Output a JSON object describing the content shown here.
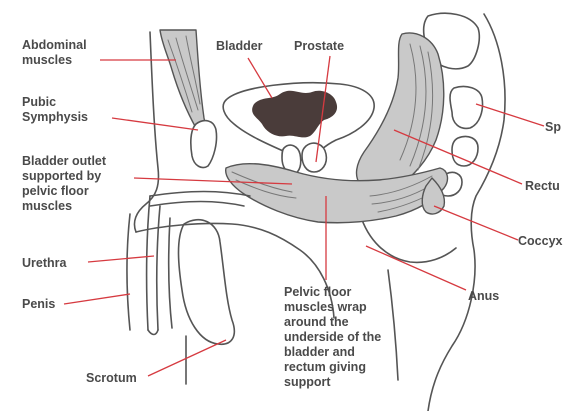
{
  "diagram": {
    "labels": {
      "abdominal_muscles": [
        "Abdominal",
        "muscles"
      ],
      "bladder": "Bladder",
      "prostate": "Prostate",
      "spine": "Sp",
      "pubic_symphysis": [
        "Pubic",
        "Symphysis"
      ],
      "rectum": "Rectu",
      "bladder_outlet": [
        "Bladder outlet",
        "supported by",
        "pelvic floor",
        "muscles"
      ],
      "coccyx": "Coccyx",
      "urethra": "Urethra",
      "penis": "Penis",
      "anus": "Anus",
      "scrotum": "Scrotum",
      "pelvic_floor": [
        "Pelvic floor",
        "muscles wrap",
        "around the",
        "underside of the",
        "bladder and",
        "rectum giving",
        "support"
      ]
    },
    "colors": {
      "leader_line": "#d63a40",
      "muscle_fill": "#c9c9c9",
      "bladder_contents": "#4a3c3a",
      "outline": "#555555",
      "label_text": "#4a4a4a"
    }
  }
}
